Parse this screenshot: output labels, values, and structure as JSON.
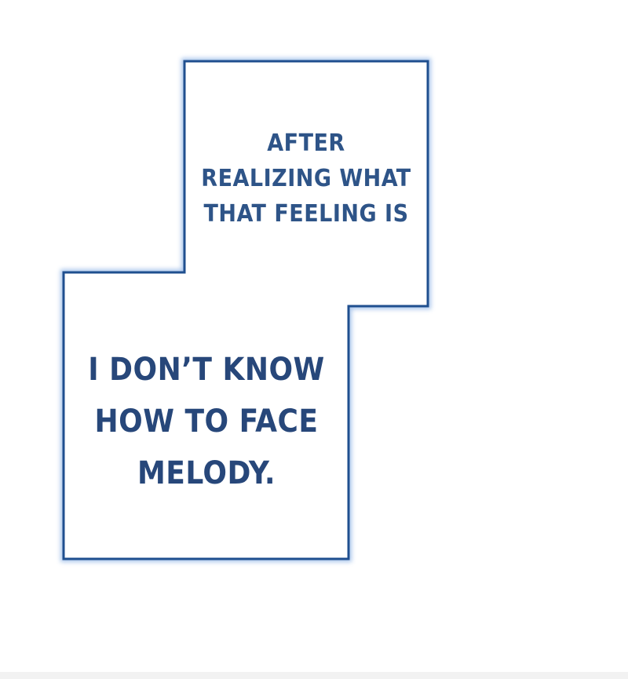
{
  "panel": {
    "border_color": "#1f4f8f",
    "glow_color": "#8fb4e6",
    "background_color": "#ffffff"
  },
  "captions": {
    "upper": {
      "color": "#2e5488",
      "lines": [
        "AFTER",
        "REALIZING WHAT",
        "THAT FEELING IS"
      ]
    },
    "lower": {
      "color": "#27477a",
      "lines": [
        "I DON’T KNOW",
        "HOW TO FACE",
        "MELODY."
      ]
    }
  }
}
